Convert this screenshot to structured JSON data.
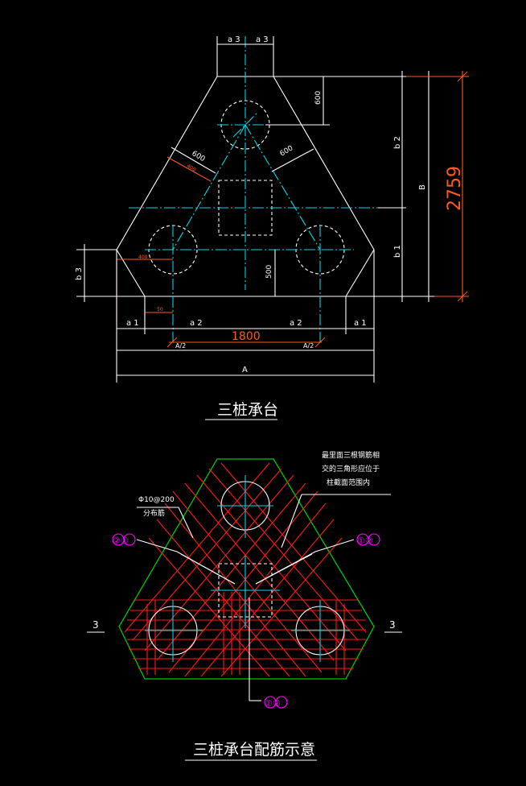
{
  "drawing1": {
    "title": "三桩承台",
    "dims": {
      "a3_left": "a 3",
      "a3_right": "a 3",
      "top_600": "600",
      "left_600": "600",
      "right_600": "600",
      "b2": "b 2",
      "B": "B",
      "total": "2759",
      "b1": "b 1",
      "b3": "b 3",
      "d500": "500",
      "a1_left": "a 1",
      "a2_left": "a 2",
      "span": "1800",
      "a2_right": "a 2",
      "a1_right": "a 1",
      "A2_left": "A/2",
      "A2_right": "A/2",
      "A": "A"
    }
  },
  "drawing2": {
    "title": "三桩承台配筋示意",
    "note_line1": "最里面三根钢筋相",
    "note_line2": "交的三角形应位于",
    "note_line3": "柱截面范围内",
    "dist_bar_line1": "Φ10@200",
    "dist_bar_line2": "分布筋",
    "tag_left": "②①",
    "tag_right": "①②",
    "tag_bottom": "①②",
    "sec_left": "3",
    "sec_right": "3"
  }
}
